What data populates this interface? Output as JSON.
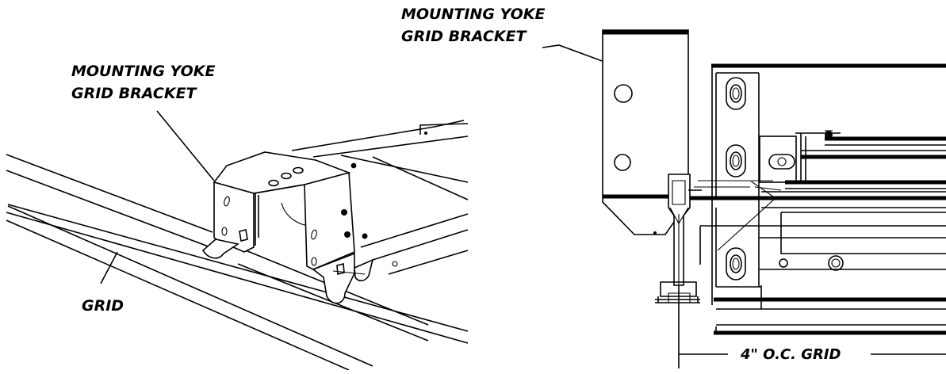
{
  "left_view": {
    "bracket_label_line1": "MOUNTING YOKE",
    "bracket_label_line2": "GRID BRACKET",
    "grid_label": "GRID"
  },
  "right_view": {
    "bracket_label_line1": "MOUNTING YOKE",
    "bracket_label_line2": "GRID BRACKET",
    "dimension_label": "4\" O.C. GRID"
  }
}
